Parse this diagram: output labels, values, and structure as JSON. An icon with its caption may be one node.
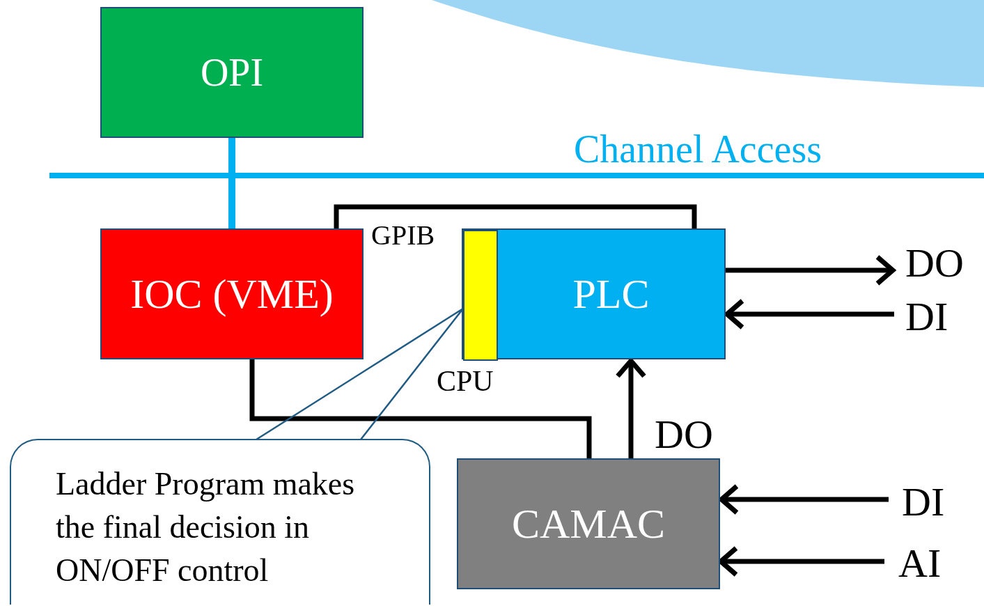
{
  "diagram": {
    "nodes": [
      {
        "text": [
          "OPI"
        ]
      },
      {
        "text": [
          "IOC (VME)"
        ]
      },
      {
        "text": [
          "PLC"
        ]
      },
      {
        "text": [
          "CPU"
        ],
        "in": 2
      },
      {
        "text": [
          "CAMAC"
        ]
      },
      {
        "text": [
          "Ladder Program makes the final decision in ON/OFF control"
        ]
      },
      {
        "text": [
          "Channel Access"
        ]
      },
      {
        "text": [
          "DO"
        ]
      },
      {
        "text": [
          "DI"
        ]
      },
      {
        "text": [
          "DI"
        ]
      },
      {
        "text": [
          "AI"
        ]
      }
    ],
    "edges": [
      {
        "from": 0,
        "to": 6,
        "arrow": "none",
        "color": "#00b0f0"
      },
      {
        "from": 1,
        "to": 6,
        "arrow": "none",
        "color": "#00b0f0"
      },
      {
        "from": 1,
        "to": 2,
        "arrow": "none",
        "label": "GPIB"
      },
      {
        "from": 1,
        "to": 4,
        "arrow": "none"
      },
      {
        "from": 4,
        "to": 2,
        "arrow": "to",
        "label": "DO"
      },
      {
        "from": 2,
        "to": 7,
        "arrow": "to"
      },
      {
        "from": 8,
        "to": 2,
        "arrow": "to"
      },
      {
        "from": 9,
        "to": 4,
        "arrow": "to"
      },
      {
        "from": 10,
        "to": 4,
        "arrow": "to"
      },
      {
        "from": 5,
        "to": 3,
        "arrow": "none",
        "color": "#1f5b84"
      }
    ]
  }
}
